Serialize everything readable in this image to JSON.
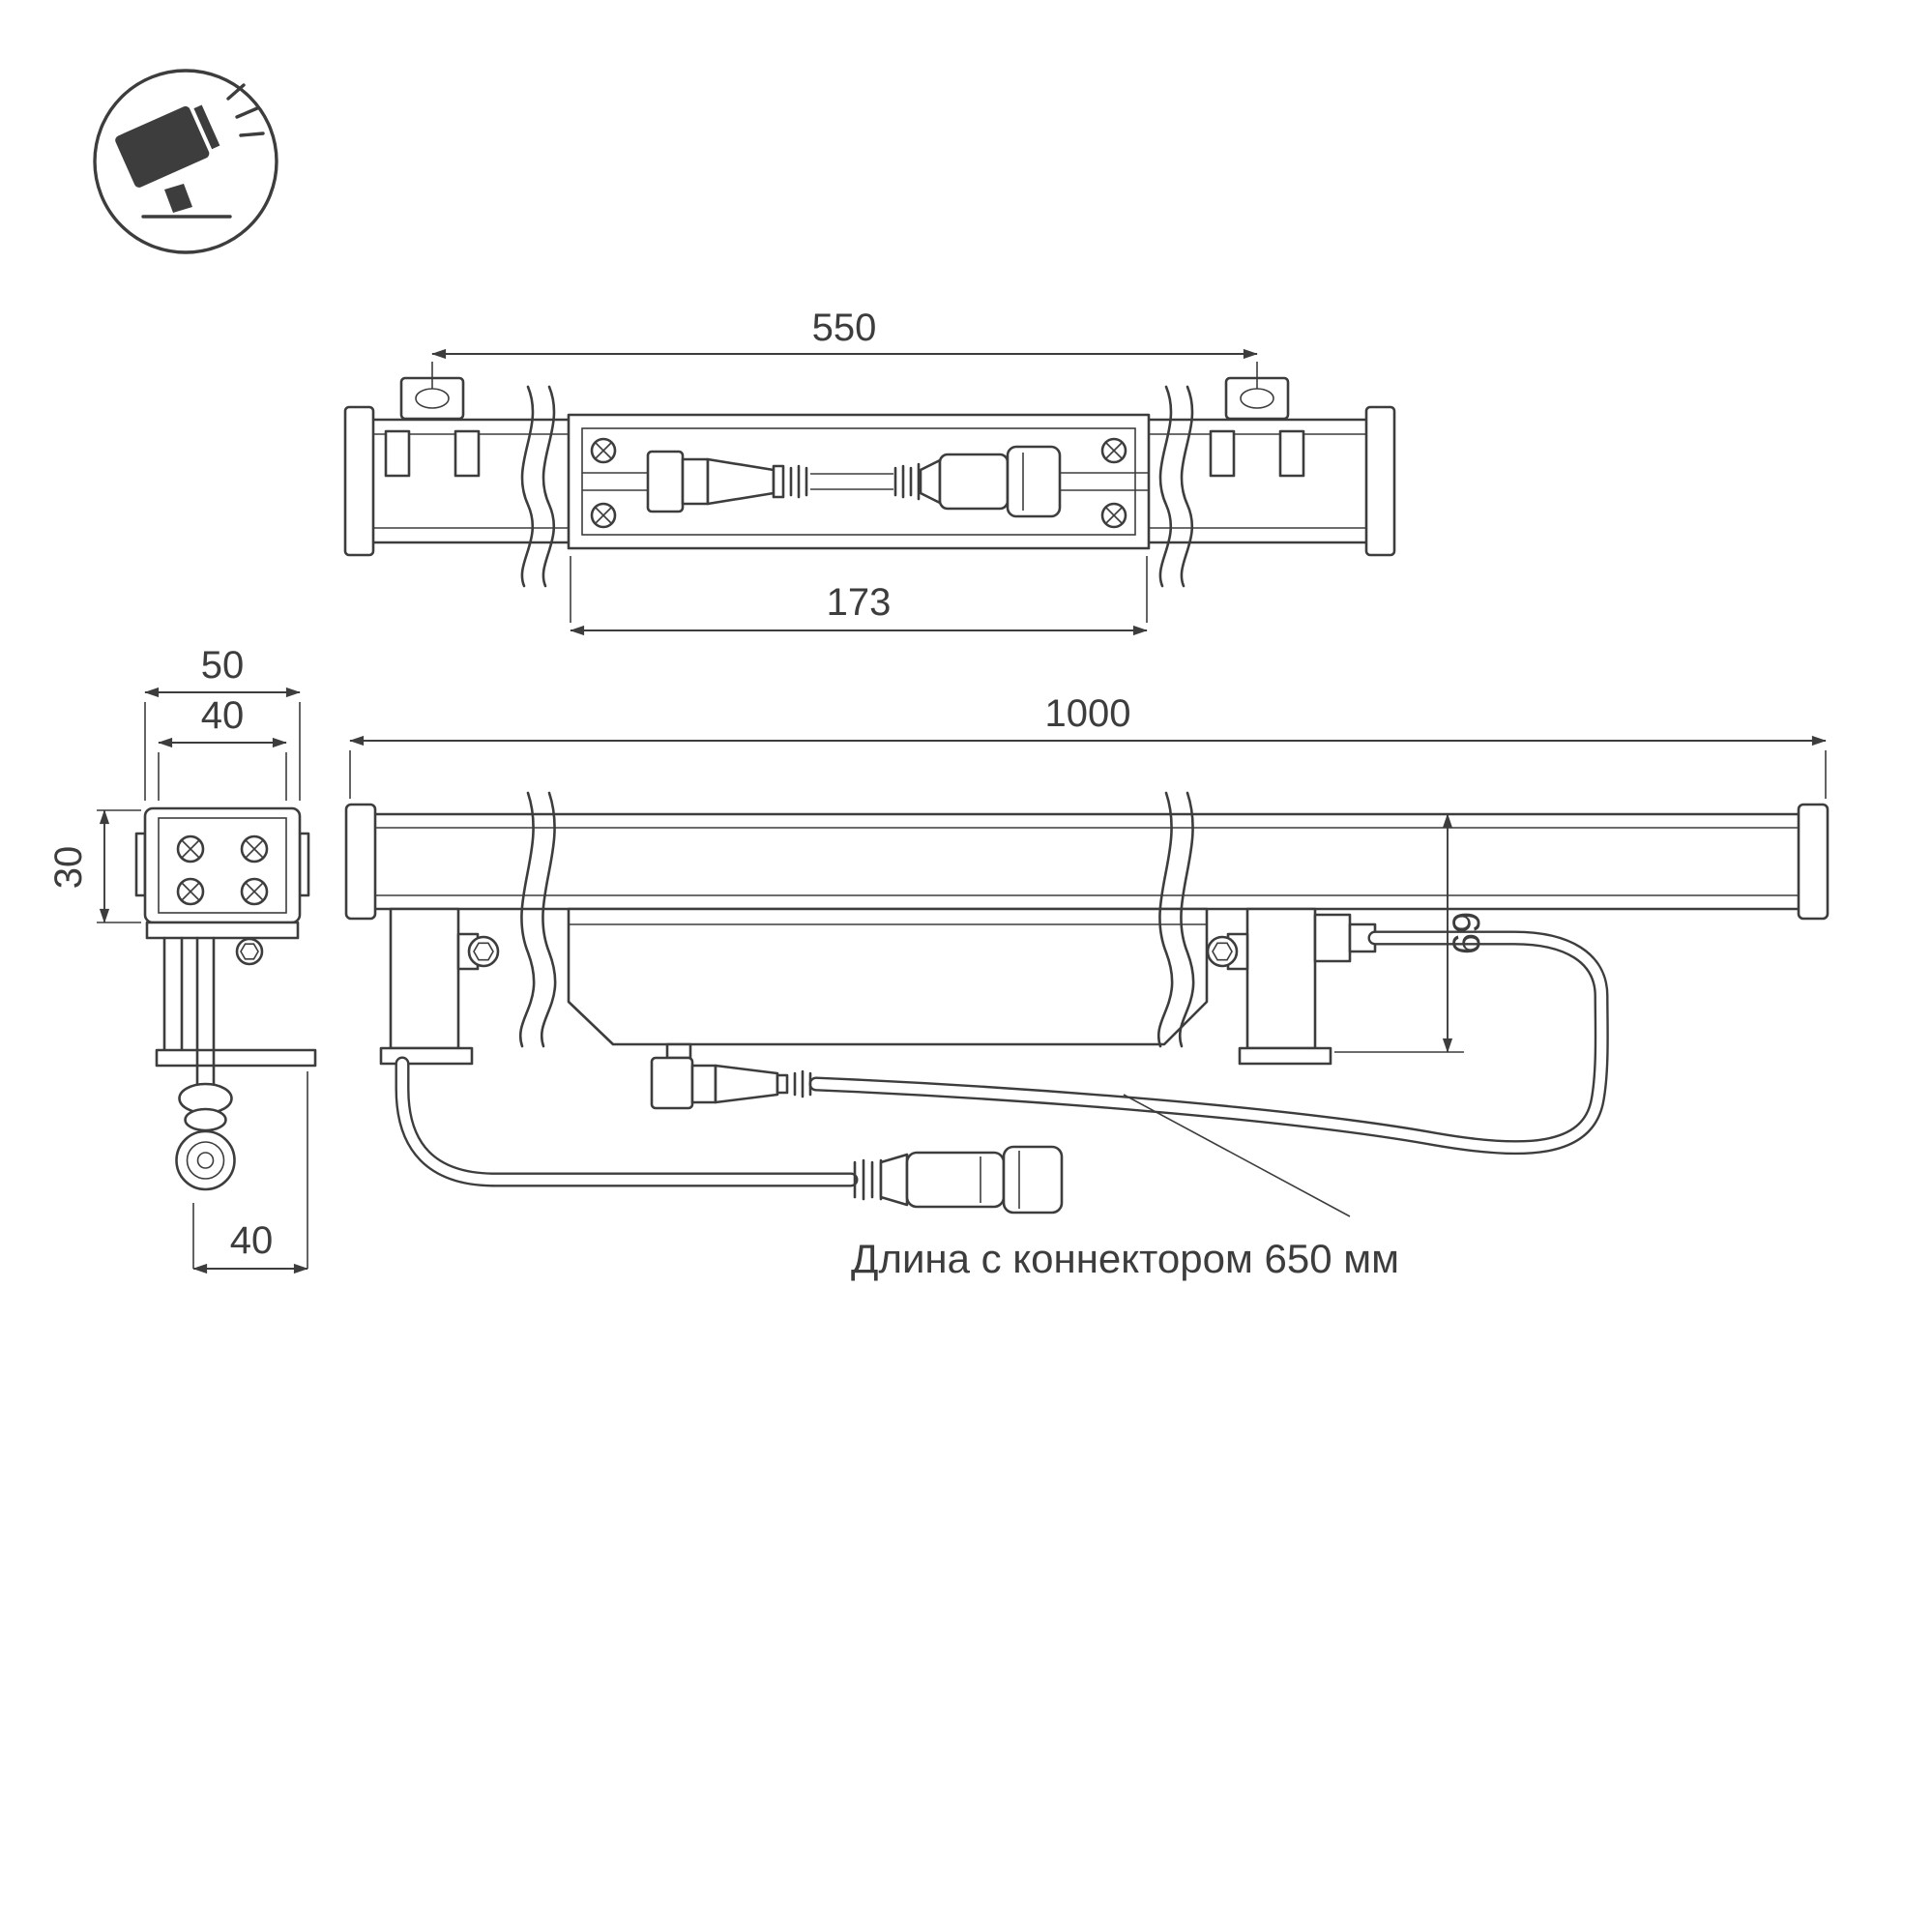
{
  "drawing": {
    "background": "#ffffff",
    "line_color": "#3d3d3d",
    "kind": "technical dimension drawing of linear LED floodlight"
  },
  "icon": {
    "name": "floodlight-on-ground"
  },
  "top_view": {
    "dim_550": "550",
    "dim_173": "173"
  },
  "end_view": {
    "dim_50": "50",
    "dim_40_top": "40",
    "dim_30": "30",
    "dim_40_bottom": "40"
  },
  "side_view": {
    "dim_1000": "1000",
    "dim_69": "69"
  },
  "note": {
    "text": "Длина с коннектором 650 мм"
  }
}
